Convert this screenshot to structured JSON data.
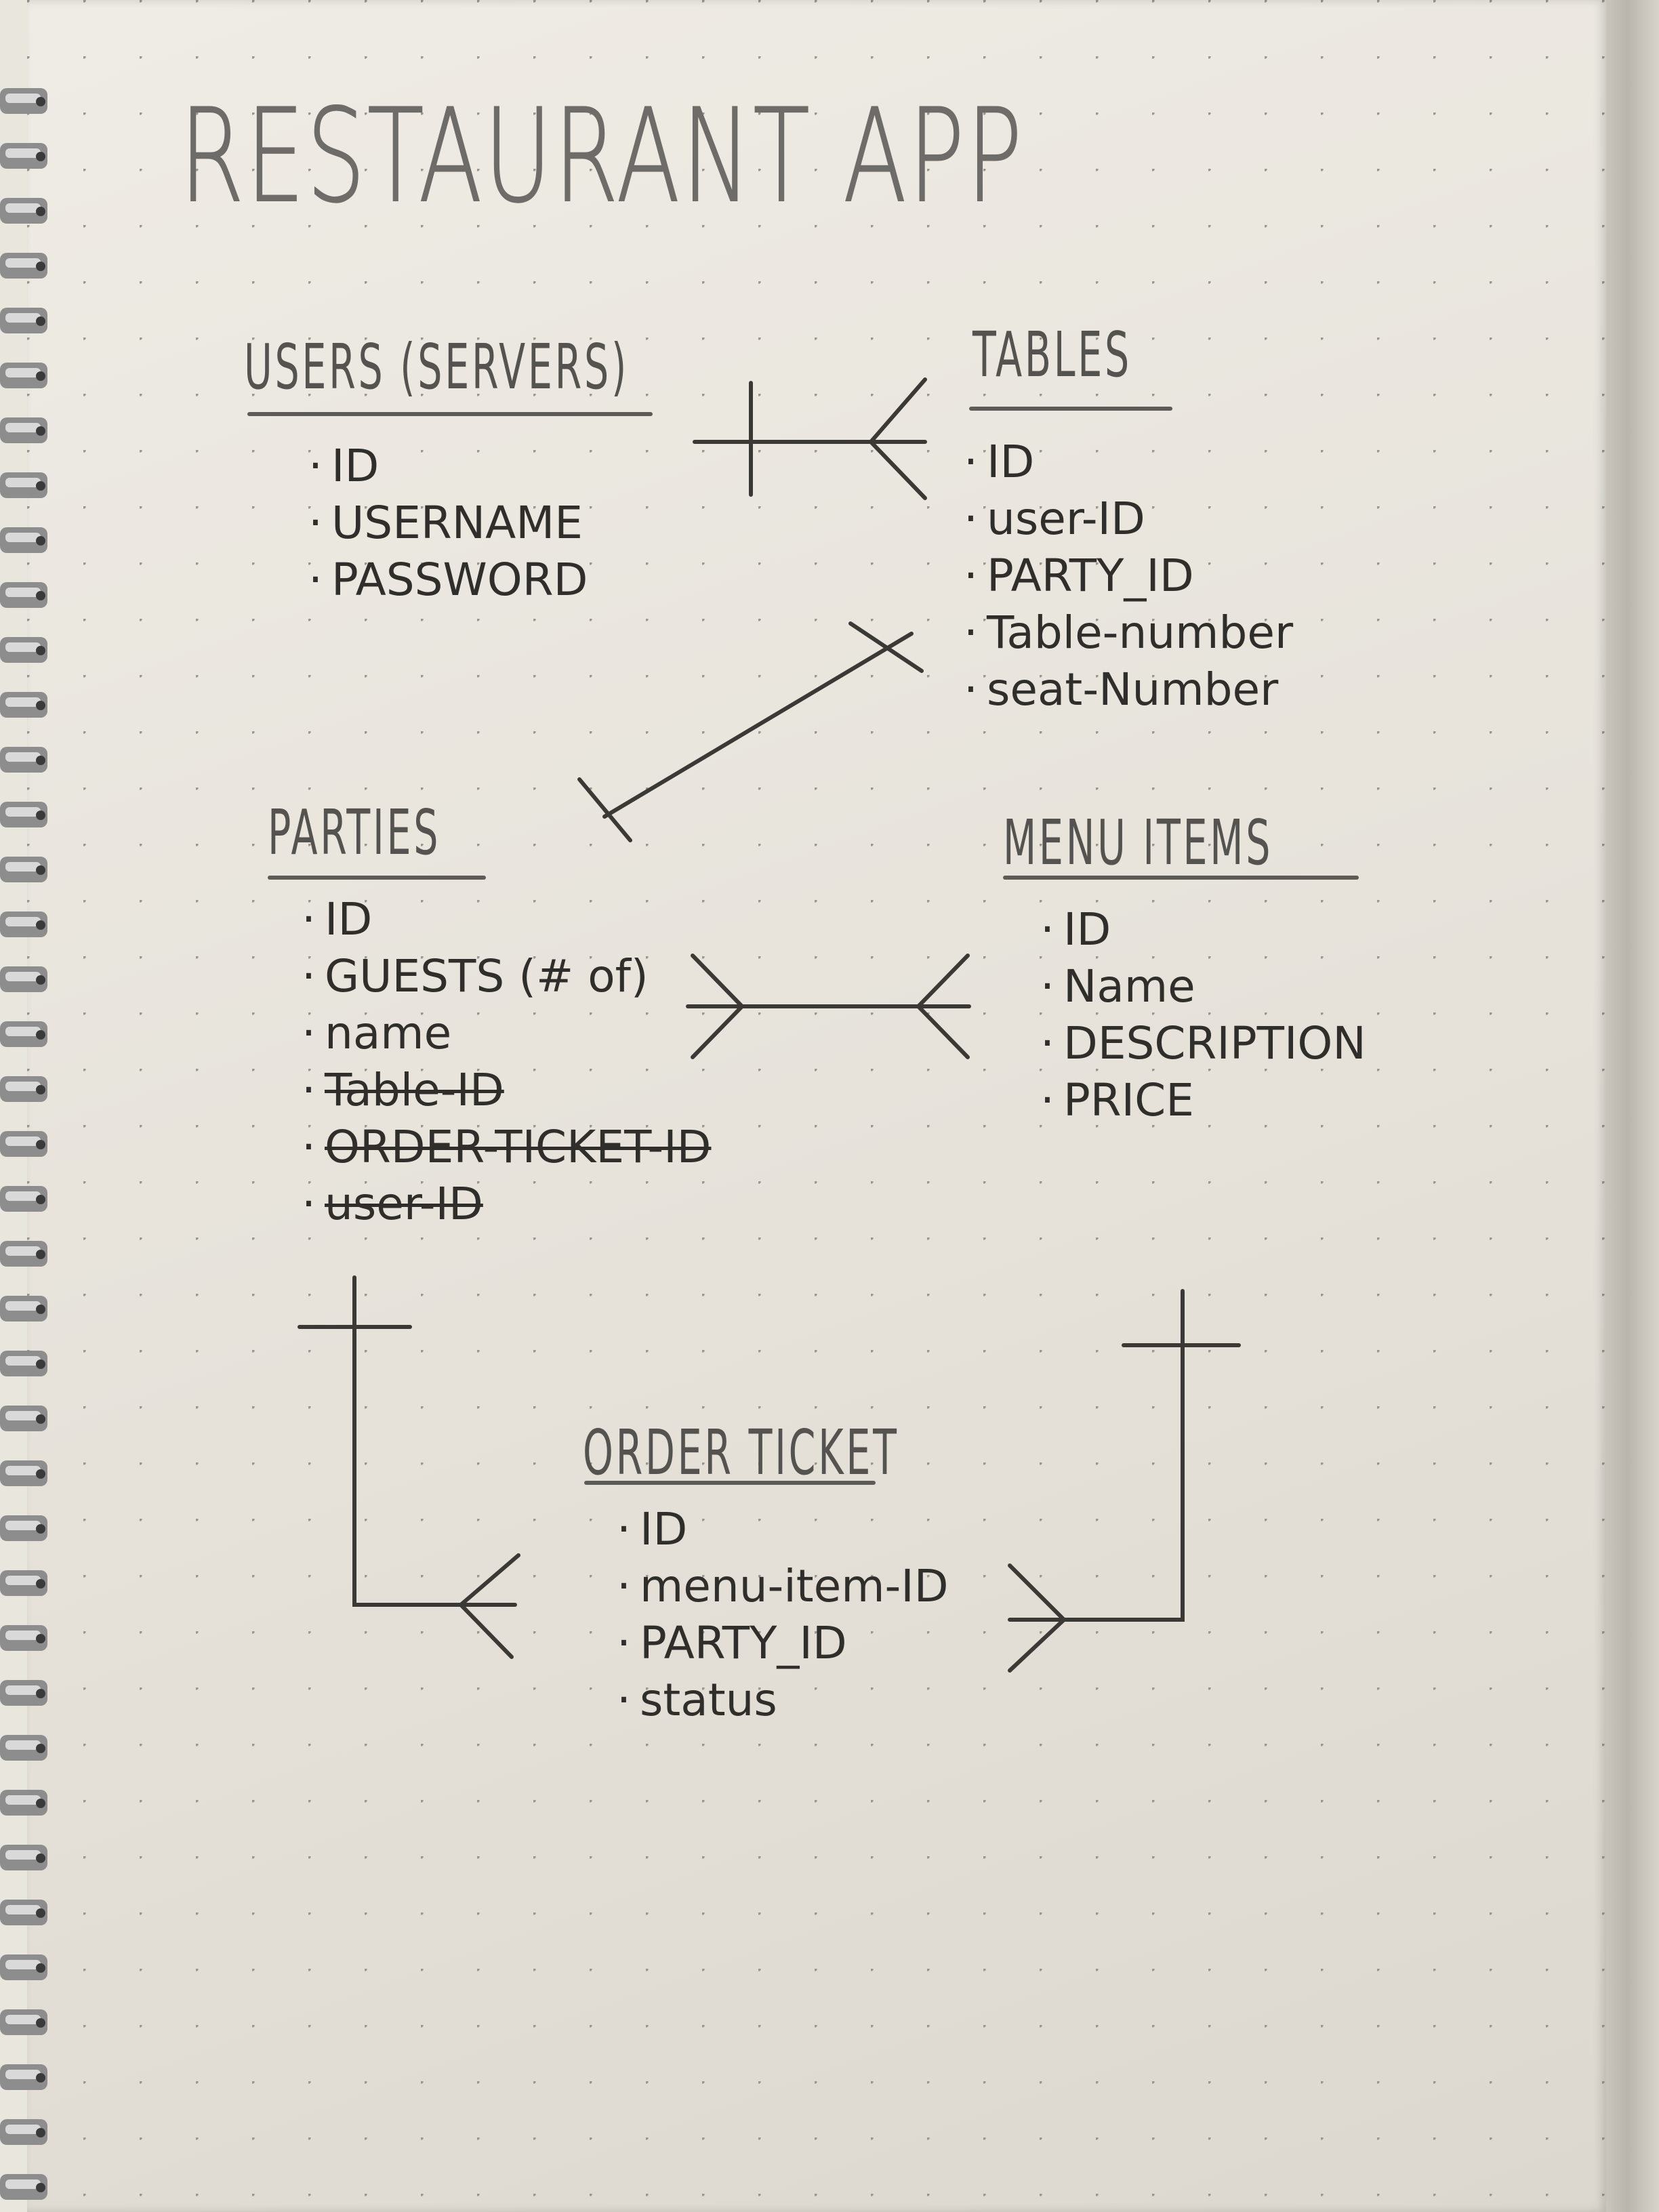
{
  "title": "RESTAURANT APP",
  "entities": {
    "users": {
      "name": "USERS (SERVERS)",
      "fields": [
        "ID",
        "USERNAME",
        "PASSWORD"
      ]
    },
    "tables": {
      "name": "TABLES",
      "fields": [
        "ID",
        "user-ID",
        "PARTY_ID",
        "Table-number",
        "seat-Number"
      ]
    },
    "parties": {
      "name": "PARTIES",
      "fields": [
        "ID",
        "GUESTS (# of)",
        "name",
        "Table-ID",
        "ORDER-TICKET-ID",
        "user-ID"
      ]
    },
    "menu_items": {
      "name": "MENU ITEMS",
      "fields": [
        "ID",
        "Name",
        "DESCRIPTION",
        "PRICE"
      ]
    },
    "order_ticket": {
      "name": "ORDER TICKET",
      "fields": [
        "ID",
        "menu-item-ID",
        "PARTY_ID",
        "status"
      ]
    }
  },
  "relationships": [
    {
      "from": "users",
      "to": "tables",
      "cardinality": "one-to-many"
    },
    {
      "from": "tables",
      "to": "parties",
      "cardinality": "one-to-one"
    },
    {
      "from": "parties",
      "to": "menu_items",
      "cardinality": "many-to-many"
    },
    {
      "from": "parties",
      "to": "order_ticket",
      "cardinality": "one-to-many"
    },
    {
      "from": "menu_items",
      "to": "order_ticket",
      "cardinality": "one-to-many"
    }
  ],
  "colors": {
    "paper": "#e9e6de",
    "ink": "#2f2e2b",
    "pencil": "#6e6c68",
    "dots": "#9a978f"
  }
}
